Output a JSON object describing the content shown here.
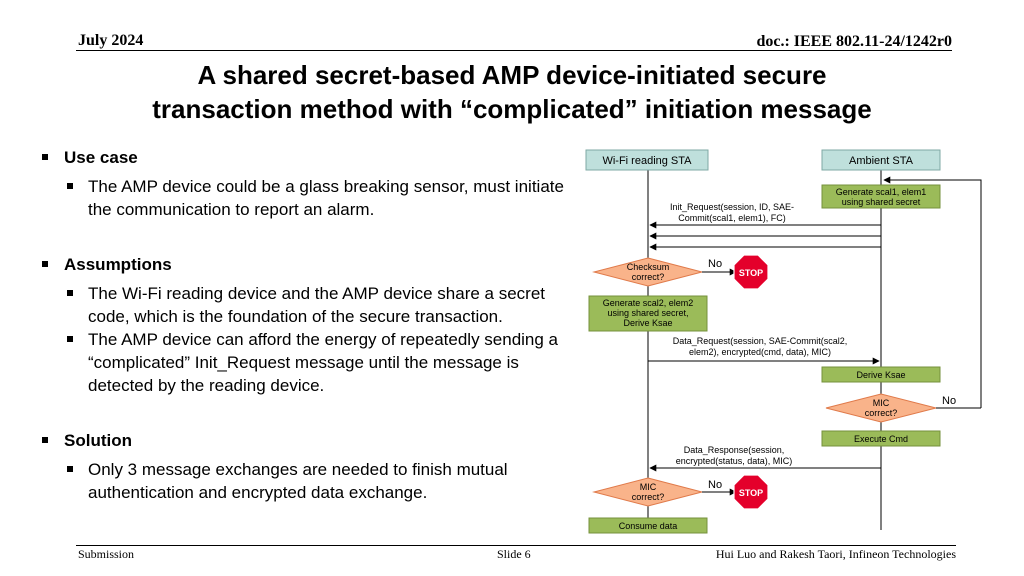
{
  "header": {
    "date": "July 2024",
    "doc_id": "doc.: IEEE 802.11-24/1242r0"
  },
  "title": {
    "line1": "A shared secret-based AMP device-initiated secure",
    "line2": "transaction method with “complicated” initiation message"
  },
  "sections": [
    {
      "heading": "Use case",
      "items": [
        "The AMP device could be a glass breaking sensor, must initiate the communication to report an alarm."
      ]
    },
    {
      "heading": "Assumptions",
      "items": [
        "The Wi-Fi reading device and the AMP device share a secret code, which is the foundation of the secure transaction.",
        "The AMP device can afford the energy of repeatedly sending a “complicated” Init_Request message until the message is detected by the reading device."
      ]
    },
    {
      "heading": "Solution",
      "items": [
        "Only 3 message exchanges are needed to finish mutual authentication and encrypted data exchange."
      ]
    }
  ],
  "diagram": {
    "lifeline_left": "Wi-Fi reading STA",
    "lifeline_right": "Ambient STA",
    "gen1_l1": "Generate scal1, elem1",
    "gen1_l2": "using shared secret",
    "init_req_l1": "Init_Request(session,  ID, SAE-",
    "init_req_l2": "Commit(scal1, elem1),  FC)",
    "checksum_l1": "Checksum",
    "checksum_l2": "correct?",
    "no1": "No",
    "stop1": "STOP",
    "gen2_l1": "Generate  scal2, elem2",
    "gen2_l2": "using shared secret,",
    "gen2_l3": "Derive Ksae",
    "data_req_l1": "Data_Request(session,  SAE-Commit(scal2,",
    "data_req_l2": "elem2), encrypted(cmd, data), MIC)",
    "derive_ksae": "Derive Ksae",
    "mic1_l1": "MIC",
    "mic1_l2": "correct?",
    "no2": "No",
    "execute_cmd": "Execute Cmd",
    "data_resp_l1": "Data_Response(session,",
    "data_resp_l2": "encrypted(status, data), MIC)",
    "mic2_l1": "MIC",
    "mic2_l2": "correct?",
    "no3": "No",
    "stop2": "STOP",
    "consume_data": "Consume data",
    "colors": {
      "header_box": "#bfe0dc",
      "green_box": "#9bbb59",
      "diamond": "#f9b38a",
      "stop": "#e4002b"
    }
  },
  "footer": {
    "left": "Submission",
    "center": "Slide 6",
    "right": "Hui Luo and Rakesh Taori, Infineon Technologies"
  }
}
